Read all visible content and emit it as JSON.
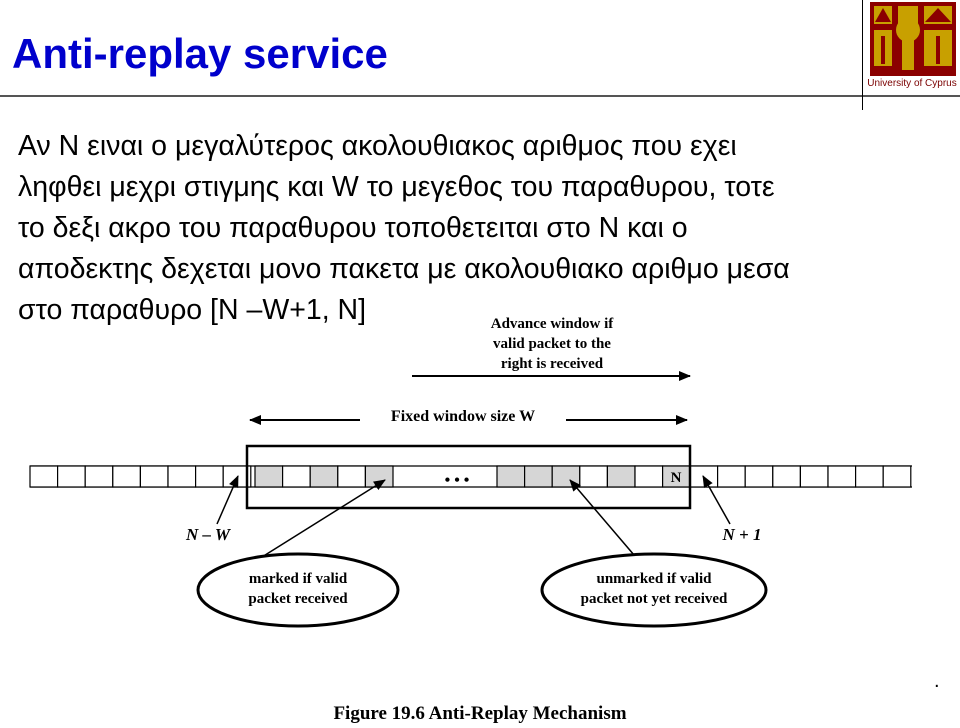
{
  "slide": {
    "title": "Anti-replay service",
    "body_lines": [
      "Αν N ειναι ο μεγαλύτερος ακολουθιακος αριθμος που εχει",
      "ληφθει μεχρι στιγμης και W το μεγεθος του παραθυρου, τοτε",
      "το δεξι ακρο του παραθυρου τοποθετειται στο N και ο",
      "αποδεκτης δεχεται μονο πακετα με ακολουθιακο αριθμο μεσα",
      "στο παραθυρο [N –W+1, N]"
    ],
    "logo_caption": "University of Cyprus",
    "logo_colors": {
      "maroon": "#8b0000",
      "gold": "#c8a000"
    }
  },
  "diagram": {
    "advance_label": [
      "Advance window if",
      "valid packet to the",
      "right is received"
    ],
    "fixed_window_label": "Fixed window size W",
    "ellipsis": "• • •",
    "n_cell_label": "N",
    "left_pointer_label": "N – W",
    "right_pointer_label": "N + 1",
    "left_ellipse_label": [
      "marked if valid",
      "packet received"
    ],
    "right_ellipse_label": [
      "unmarked if valid",
      "packet not yet received"
    ],
    "colors": {
      "marked_cell": "#d6d6d6",
      "unmarked_cell": "#ffffff",
      "stroke": "#000000"
    }
  },
  "caption": "Figure 19.6  Anti-Replay Mechanism",
  "corner_mark": "."
}
